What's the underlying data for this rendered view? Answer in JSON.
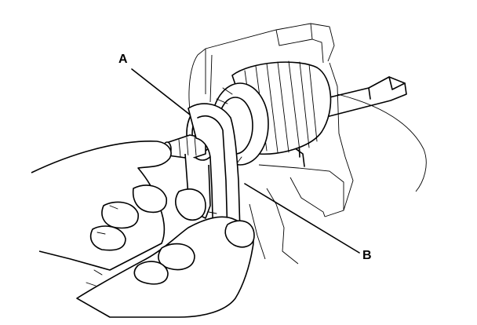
{
  "figure": {
    "callouts": [
      {
        "id": "A",
        "text": "A"
      },
      {
        "id": "B",
        "text": "B"
      }
    ]
  }
}
